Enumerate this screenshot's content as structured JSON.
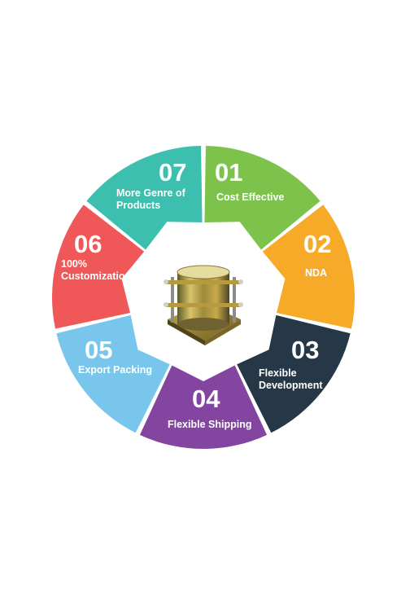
{
  "segments": [
    {
      "number": "01",
      "lines": [
        "Cost Effective"
      ],
      "color": "#7dc24b"
    },
    {
      "number": "02",
      "lines": [
        "NDA"
      ],
      "color": "#f7a928"
    },
    {
      "number": "03",
      "lines": [
        "Flexible",
        "Development"
      ],
      "color": "#263847"
    },
    {
      "number": "04",
      "lines": [
        "Flexible Shipping"
      ],
      "color": "#8445a0"
    },
    {
      "number": "05",
      "lines": [
        "Export Packing"
      ],
      "color": "#79c6ed"
    },
    {
      "number": "06",
      "lines": [
        "100%",
        "Customization"
      ],
      "color": "#ef5758"
    },
    {
      "number": "07",
      "lines": [
        "More Genre of",
        "Products"
      ],
      "color": "#3cbfae"
    }
  ],
  "center": {
    "icon": "steel-cylinder-mold-icon"
  }
}
